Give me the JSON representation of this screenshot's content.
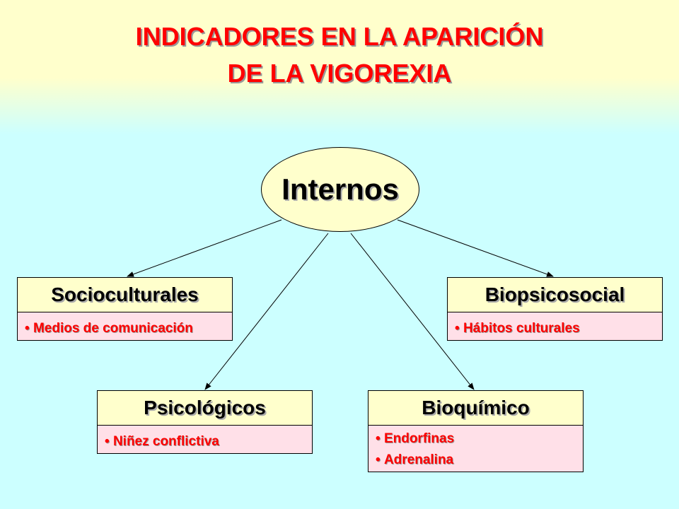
{
  "title": {
    "line1": "INDICADORES EN LA APARICIÓN",
    "line2": "DE LA VIGOREXIA"
  },
  "colors": {
    "title": "#ff0000",
    "background_top": "#ffffcc",
    "background_bottom": "#ccffff",
    "node_fill": "#ffffcc",
    "box_body": "#ffe0e8",
    "bullet_text": "#ff0000"
  },
  "center": {
    "label": "Internos"
  },
  "boxes": {
    "socioculturales": {
      "title": "Socioculturales",
      "items": [
        "Medios de comunicación"
      ]
    },
    "biopsicosocial": {
      "title": "Biopsicosocial",
      "items": [
        "Hábitos culturales"
      ]
    },
    "psicologicos": {
      "title": "Psicológicos",
      "items": [
        "Niñez conflictiva"
      ]
    },
    "bioquimico": {
      "title": "Bioquímico",
      "items": [
        "Endorfinas",
        "Adrenalina"
      ]
    }
  }
}
